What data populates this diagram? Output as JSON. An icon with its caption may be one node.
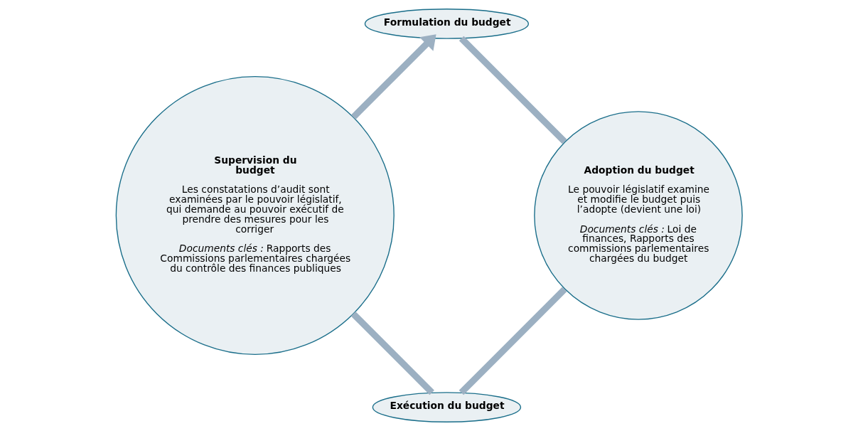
{
  "diagram": {
    "nodes": [
      {
        "text": [
          "Formulation du budget"
        ]
      },
      {
        "text": [
          "Supervision du budget",
          "Les constatations d’audit sont examinées par le pouvoir législatif, qui demande au pouvoir exécutif de prendre des mesures pour les corriger",
          "*Documents clés :* Rapports des Commissions parlementaires chargées du contrôle des finances publiques"
        ]
      },
      {
        "text": [
          "Adoption du budget",
          "Le pouvoir législatif examine et modifie le budget puis l’adopte (devient une loi)",
          "*Documents clés :* Loi de finances, Rapports des commissions parlementaires chargées du budget"
        ]
      },
      {
        "text": [
          "Exécution du budget"
        ]
      }
    ],
    "edges": [
      {
        "from": 1,
        "to": 0,
        "arrow": "to"
      },
      {
        "from": 0,
        "to": 2,
        "arrow": "none"
      },
      {
        "from": 2,
        "to": 3,
        "arrow": "none"
      },
      {
        "from": 3,
        "to": 1,
        "arrow": "none"
      }
    ]
  }
}
